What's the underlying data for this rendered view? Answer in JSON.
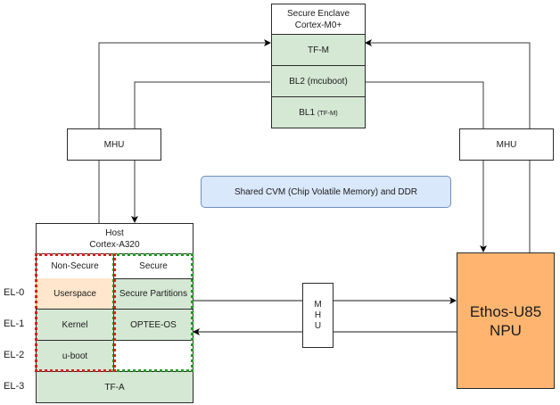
{
  "secure_enclave": {
    "title_line1": "Secure Enclave",
    "title_line2": "Cortex-M0+",
    "rows": [
      {
        "label": "TF-M",
        "suffix": ""
      },
      {
        "label": "BL2 (mcuboot)",
        "suffix": ""
      },
      {
        "label": "BL1 ",
        "suffix": "(TF-M)"
      }
    ]
  },
  "mhu_left": {
    "label": "MHU"
  },
  "mhu_right": {
    "label": "MHU"
  },
  "mhu_center": {
    "letters": [
      "M",
      "H",
      "U"
    ]
  },
  "shared_memory": {
    "label": "Shared CVM (Chip Volatile Memory) and DDR"
  },
  "host": {
    "title_line1": "Host",
    "title_line2": "Cortex-A320",
    "col_nonsecure": "Non-Secure",
    "col_secure": "Secure",
    "cells": {
      "userspace": "Userspace",
      "secure_partitions": "Secure Partitions",
      "kernel": "Kernel",
      "optee": "OPTEE-OS",
      "uboot": "u-boot",
      "tfa": "TF-A"
    }
  },
  "exception_levels": [
    "EL-0",
    "EL-1",
    "EL-2",
    "EL-3"
  ],
  "npu": {
    "line1": "Ethos-U85",
    "line2": "NPU"
  },
  "colors": {
    "green_fill": "#d5e8d4",
    "peach_fill": "#ffe6cc",
    "npu_fill": "#ffb570",
    "shared_fill": "#dae8fc",
    "nonsecure_border": "#e01b1b",
    "secure_border": "#1e9a1e"
  }
}
